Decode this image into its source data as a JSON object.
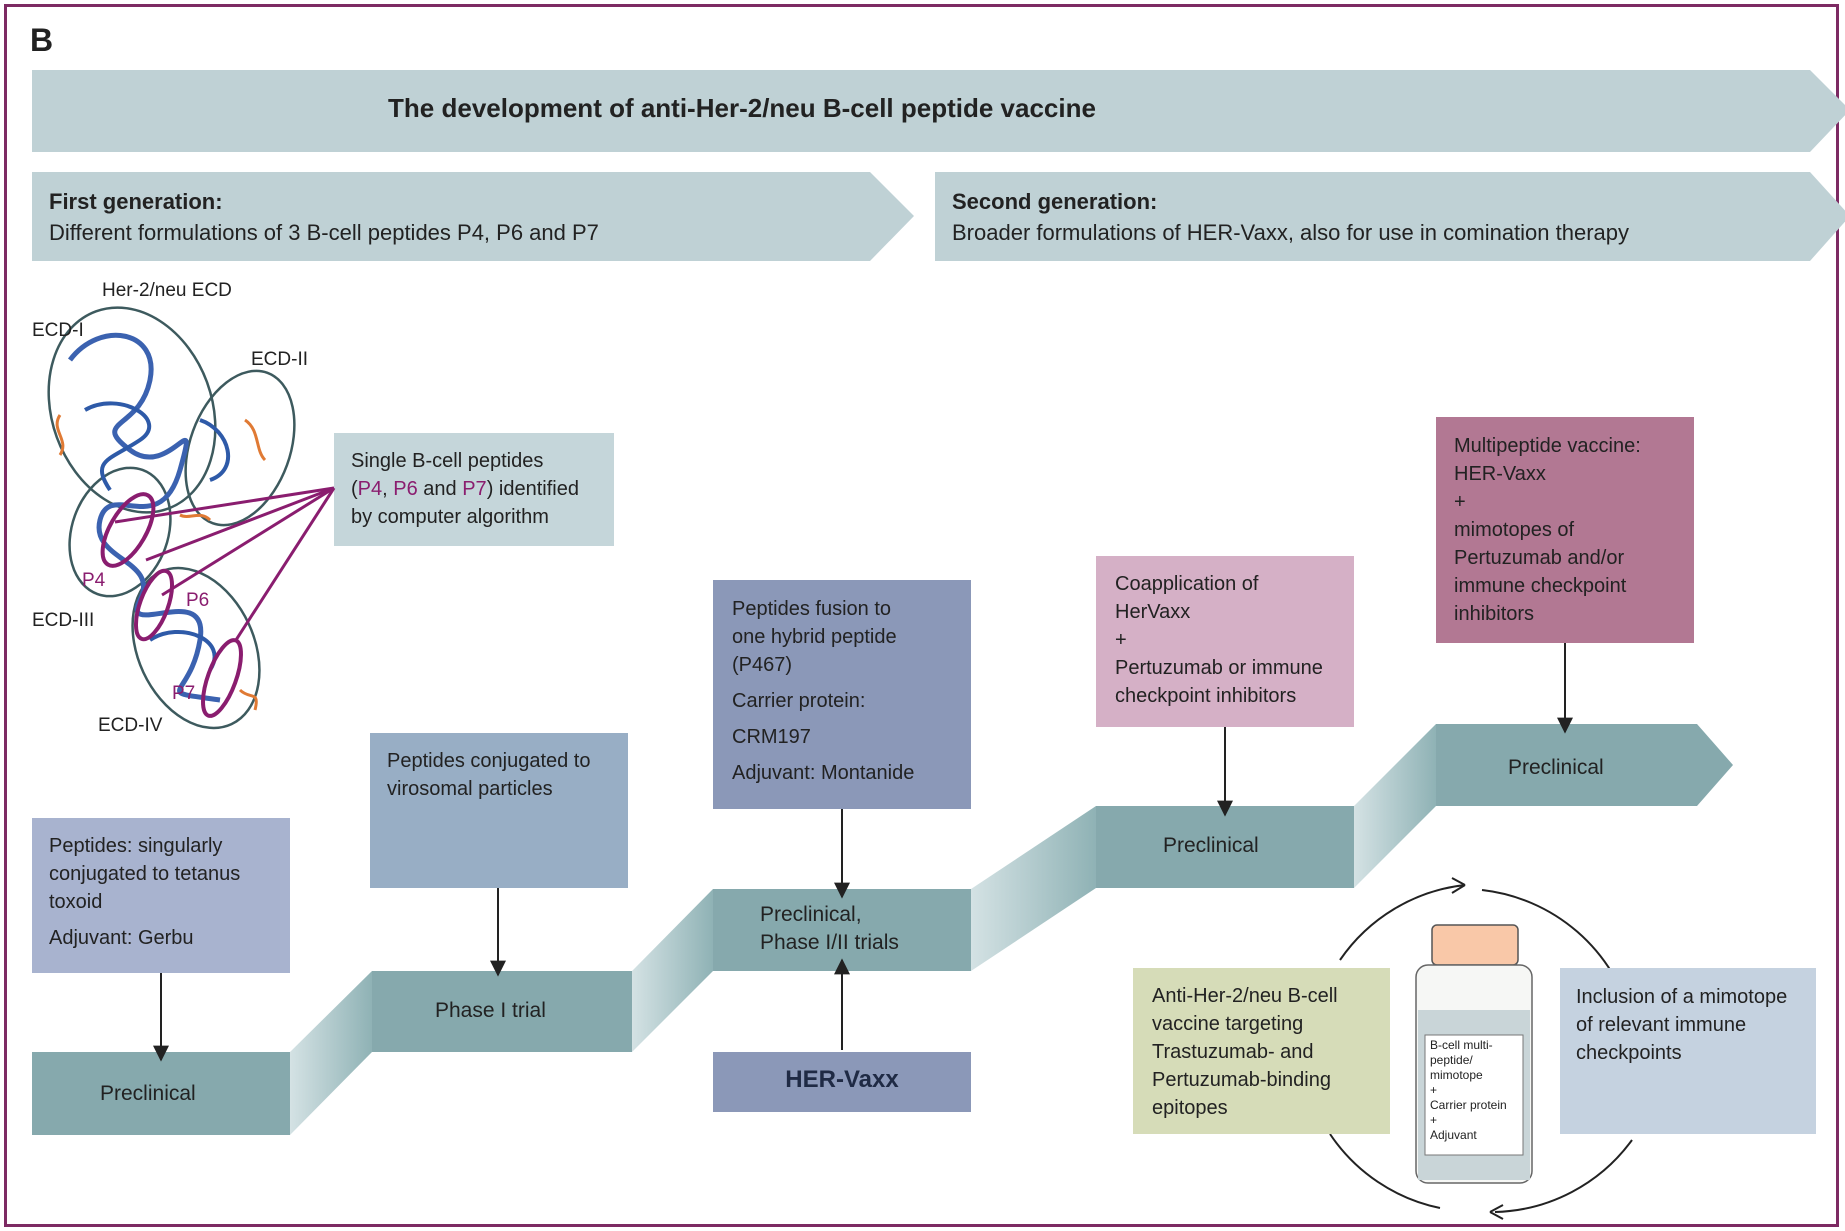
{
  "panel_letter": "B",
  "banner_title": "The development of anti-Her-2/neu B-cell peptide vaccine",
  "first_generation": {
    "title": "First generation:",
    "description": "Different formulations of 3 B-cell peptides P4, P6 and P7"
  },
  "second_generation": {
    "title": "Second generation:",
    "description": "Broader formulations of HER-Vaxx, also for use in comination therapy"
  },
  "structure": {
    "title": "Her-2/neu ECD",
    "domains": [
      "ECD-I",
      "ECD-II",
      "ECD-III",
      "ECD-IV"
    ],
    "peptides": [
      "P4",
      "P6",
      "P7"
    ]
  },
  "single_peptides_box": {
    "line1": "Single B-cell peptides",
    "open_paren": "(",
    "p4": "P4",
    "comma": ", ",
    "p6": "P6",
    "and": " and ",
    "p7": "P7",
    "close": ") identified",
    "line3": "by computer algorithm"
  },
  "steps": [
    {
      "stage": "Preclinical",
      "lines": [
        "Peptides: singularly",
        "conjugated to tetanus",
        "toxoid"
      ],
      "extra": [
        "Adjuvant: Gerbu"
      ]
    },
    {
      "stage": "Phase I trial",
      "lines": [
        "Peptides conjugated to",
        "virosomal particles"
      ],
      "extra": []
    },
    {
      "stage_lines": [
        "Preclinical,",
        "Phase I/II trials"
      ],
      "lines": [
        "Peptides fusion to",
        "one hybrid peptide",
        "(P467)"
      ],
      "extra": [
        "Carrier protein:",
        "CRM197",
        "Adjuvant: Montanide"
      ]
    },
    {
      "stage": "Preclinical",
      "lines": [
        "Coapplication of",
        "HerVaxx",
        "+",
        "Pertuzumab or immune",
        "checkpoint inhibitors"
      ],
      "extra": []
    },
    {
      "stage": "Preclinical",
      "lines": [
        "Multipeptide vaccine:",
        "HER-Vaxx",
        "+",
        "mimotopes of",
        "Pertuzumab and/or",
        "immune checkpoint",
        "inhibitors"
      ],
      "extra": []
    }
  ],
  "her_vaxx_label": "HER-Vaxx",
  "cycle": {
    "left_box": [
      "Anti-Her-2/neu B-cell",
      "vaccine targeting",
      "Trastuzumab- and",
      "Pertuzumab-binding",
      "epitopes"
    ],
    "right_box": [
      "Inclusion of a mimotope",
      "of relevant immune",
      "checkpoints"
    ],
    "bottle_label": [
      "B-cell multi-",
      "peptide/",
      "mimotope",
      "+",
      "Carrier protein",
      "+",
      "Adjuvant"
    ]
  },
  "colors": {
    "frame": "#7d2a63",
    "banner": "#bfd1d5",
    "stage": "#86a9ad",
    "box1": "#a8b3cf",
    "box2": "#98aec5",
    "box3": "#8b98b8",
    "box4": "#d5b0c6",
    "box5": "#b27893",
    "her_vaxx": "#8b98b8",
    "left_cycle": "#d6dcb8",
    "right_cycle": "#c5d2e0",
    "peptide_highlight": "#8a1d6f"
  }
}
